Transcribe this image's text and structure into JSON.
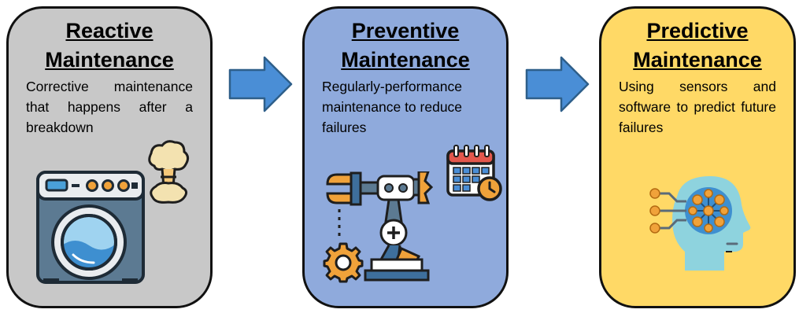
{
  "cards": [
    {
      "title_line1": "Reactive",
      "title_line2": "Maintenance",
      "description": "Corrective maintenance that happens after a breakdown",
      "background": "#c8c8c8",
      "icons": [
        "washing-machine-icon",
        "explosion-icon"
      ]
    },
    {
      "title_line1": "Preventive",
      "title_line2": "Maintenance",
      "description": "Regularly-performance maintenance to reduce failures",
      "background": "#8faadc",
      "icons": [
        "robotic-arm-icon",
        "gear-icon",
        "calendar-icon"
      ]
    },
    {
      "title_line1": "Predictive",
      "title_line2": "Maintenance",
      "description": "Using sensors and software to predict future failures",
      "background": "#ffd966",
      "icons": [
        "ai-head-icon"
      ]
    }
  ],
  "arrows": {
    "fill": "#4a8ed6",
    "stroke": "#2e5f8a",
    "icon": "right-arrow-icon"
  }
}
